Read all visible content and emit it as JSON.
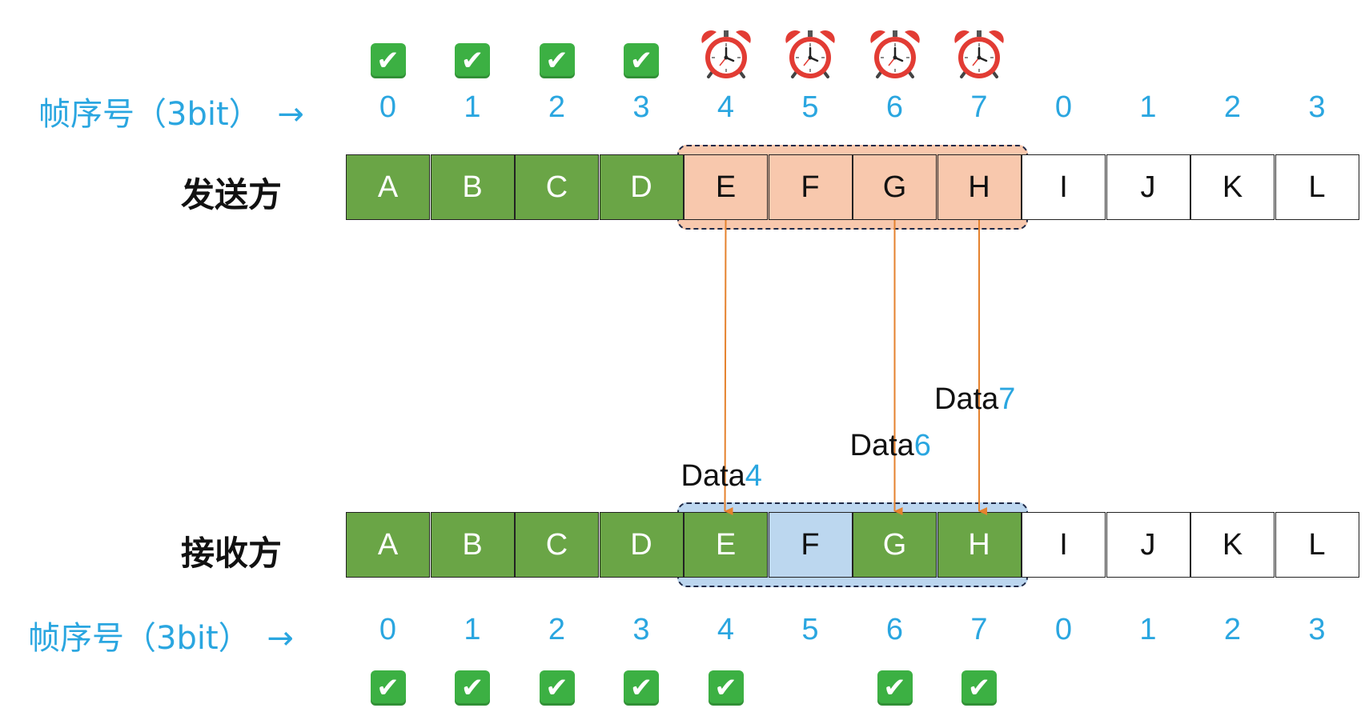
{
  "seq_label": "帧序号（3bit）",
  "arrow_glyph": "→",
  "sequence_numbers": [
    "0",
    "1",
    "2",
    "3",
    "4",
    "5",
    "6",
    "7",
    "0",
    "1",
    "2",
    "3"
  ],
  "sender": {
    "label": "发送方",
    "frames": [
      "A",
      "B",
      "C",
      "D",
      "E",
      "F",
      "G",
      "H",
      "I",
      "J",
      "K",
      "L"
    ],
    "states": [
      "acked",
      "acked",
      "acked",
      "acked",
      "window",
      "window",
      "window",
      "window",
      "empty",
      "empty",
      "empty",
      "empty"
    ],
    "indicators": [
      "check",
      "check",
      "check",
      "check",
      "clock",
      "clock",
      "clock",
      "clock",
      "",
      "",
      "",
      ""
    ]
  },
  "receiver": {
    "label": "接收方",
    "frames": [
      "A",
      "B",
      "C",
      "D",
      "E",
      "F",
      "G",
      "H",
      "I",
      "J",
      "K",
      "L"
    ],
    "states": [
      "acked",
      "acked",
      "acked",
      "acked",
      "acked",
      "window",
      "acked",
      "acked",
      "empty",
      "empty",
      "empty",
      "empty"
    ],
    "indicators": [
      "check",
      "check",
      "check",
      "check",
      "check",
      "",
      "check",
      "check",
      "",
      "",
      "",
      ""
    ]
  },
  "transmissions": [
    {
      "prefix": "Data",
      "number": "4",
      "frame_index": 4
    },
    {
      "prefix": "Data",
      "number": "6",
      "frame_index": 6
    },
    {
      "prefix": "Data",
      "number": "7",
      "frame_index": 7
    }
  ],
  "colors": {
    "acked_frame": "#6aa546",
    "sender_window": "#f8c8ad",
    "receiver_window": "#bcd6ef",
    "receiver_window_frame": "#bcd7ef",
    "empty_frame": "#ffffff",
    "arrow": "#e5822e",
    "accent": "#2aa6e0",
    "check_bg": "#3cb043",
    "clock_red": "#e23c34"
  }
}
